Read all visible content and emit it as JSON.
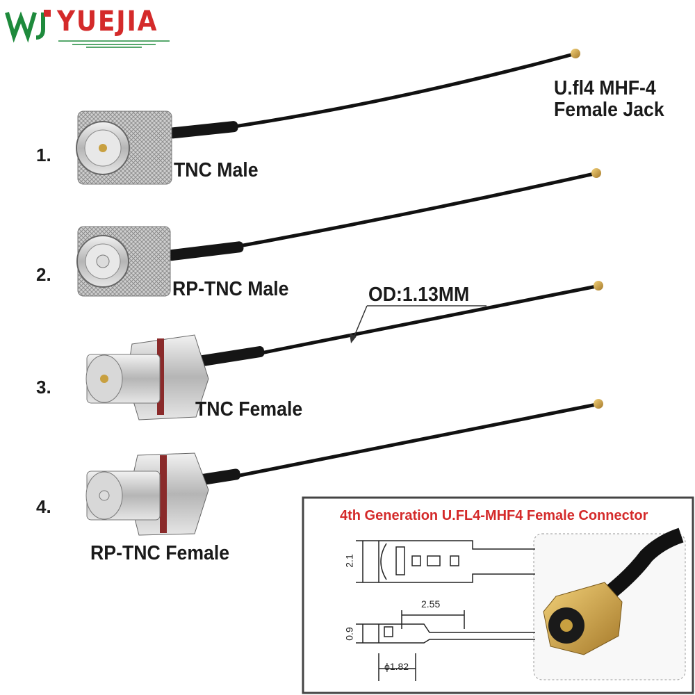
{
  "logo": {
    "mark": "WJ",
    "text": "YUEJIA"
  },
  "products": [
    {
      "number": "1.",
      "name": "TNC Male"
    },
    {
      "number": "2.",
      "name": "RP-TNC Male"
    },
    {
      "number": "3.",
      "name": "TNC Female"
    },
    {
      "number": "4.",
      "name": "RP-TNC Female"
    }
  ],
  "jack_label": {
    "line1": "U.fl4 MHF-4",
    "line2": "Female Jack"
  },
  "cable_od": "OD:1.13MM",
  "inset": {
    "title": "4th Generation U.FL4-MHF4 Female Connector",
    "dimensions": {
      "height": "2.1",
      "length": "2.55",
      "thickness": "0.9",
      "diameter": "ϕ1.82"
    }
  },
  "colors": {
    "brand_red": "#d42a2a",
    "brand_green": "#1e8a3c",
    "cable": "#111111",
    "connector_metal": "#c9c9c9",
    "gold": "#c8a040"
  }
}
